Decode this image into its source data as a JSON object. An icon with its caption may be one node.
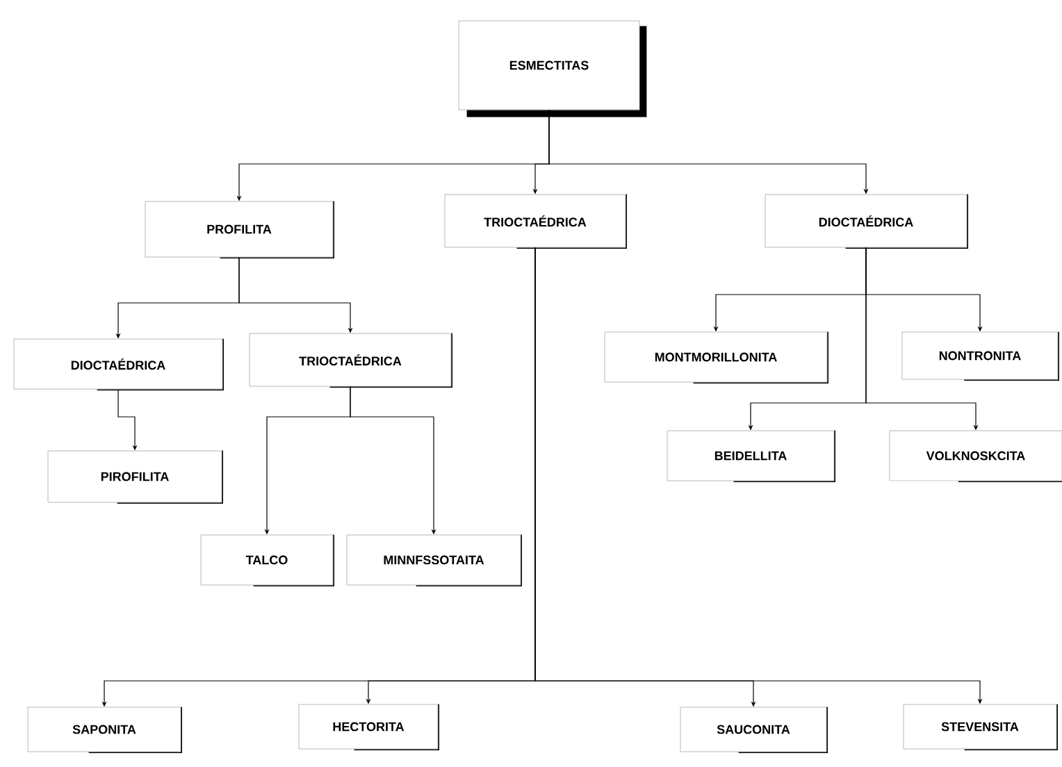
{
  "diagram": {
    "nodes": [
      {
        "text": [
          "ESMECTITAS"
        ]
      },
      {
        "text": [
          "PROFILITA"
        ]
      },
      {
        "text": [
          "TRIOCTAÉDRICA"
        ]
      },
      {
        "text": [
          "DIOCTAÉDRICA"
        ]
      },
      {
        "text": [
          "DIOCTAÉDRICA"
        ]
      },
      {
        "text": [
          "TRIOCTAÉDRICA"
        ]
      },
      {
        "text": [
          "MONTMORILLONITA"
        ]
      },
      {
        "text": [
          "NONTRONITA"
        ]
      },
      {
        "text": [
          "PIROFILITA"
        ]
      },
      {
        "text": [
          "BEIDELLITA"
        ]
      },
      {
        "text": [
          "VOLKNOSKCITA"
        ]
      },
      {
        "text": [
          "TALCO"
        ]
      },
      {
        "text": [
          "MINNFSSOTAITA"
        ]
      },
      {
        "text": [
          "SAPONITA"
        ]
      },
      {
        "text": [
          "HECTORITA"
        ]
      },
      {
        "text": [
          "SAUCONITA"
        ]
      },
      {
        "text": [
          "STEVENSITA"
        ]
      }
    ],
    "edges": [
      {
        "from": 0,
        "to": 1,
        "arrow": "to"
      },
      {
        "from": 0,
        "to": 2,
        "arrow": "to"
      },
      {
        "from": 0,
        "to": 3,
        "arrow": "to"
      },
      {
        "from": 1,
        "to": 4,
        "arrow": "to"
      },
      {
        "from": 1,
        "to": 5,
        "arrow": "to"
      },
      {
        "from": 3,
        "to": 6,
        "arrow": "to"
      },
      {
        "from": 3,
        "to": 7,
        "arrow": "to"
      },
      {
        "from": 4,
        "to": 8,
        "arrow": "to"
      },
      {
        "from": 3,
        "to": 9,
        "arrow": "to"
      },
      {
        "from": 3,
        "to": 10,
        "arrow": "to"
      },
      {
        "from": 5,
        "to": 11,
        "arrow": "to"
      },
      {
        "from": 5,
        "to": 12,
        "arrow": "to"
      },
      {
        "from": 2,
        "to": 13,
        "arrow": "to"
      },
      {
        "from": 2,
        "to": 14,
        "arrow": "to"
      },
      {
        "from": 2,
        "to": 15,
        "arrow": "to"
      },
      {
        "from": 2,
        "to": 16,
        "arrow": "to"
      }
    ]
  }
}
